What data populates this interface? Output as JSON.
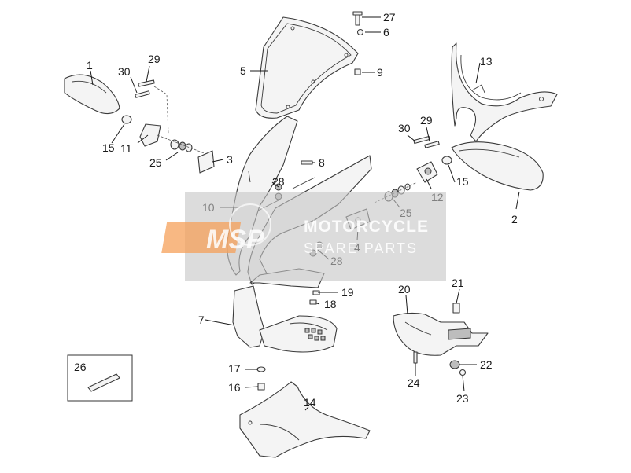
{
  "callouts": {
    "c1": "1",
    "c2": "2",
    "c3": "3",
    "c4": "4",
    "c5": "5",
    "c6": "6",
    "c7": "7",
    "c8": "8",
    "c9": "9",
    "c10": "10",
    "c11": "11",
    "c12": "12",
    "c13": "13",
    "c14": "14",
    "c15a": "15",
    "c15b": "15",
    "c16": "16",
    "c17": "17",
    "c18": "18",
    "c19": "19",
    "c20": "20",
    "c21": "21",
    "c22": "22",
    "c23": "23",
    "c24": "24",
    "c25a": "25",
    "c25b": "25",
    "c26": "26",
    "c27": "27",
    "c28a": "28",
    "c28b": "28",
    "c29a": "29",
    "c29b": "29",
    "c30a": "30",
    "c30b": "30"
  },
  "watermark": {
    "logo": "MSP",
    "title": "MOTORCYCLE",
    "subtitle": "SPARE PARTS"
  },
  "colors": {
    "line": "#3a3a3a",
    "watermark_box": "#c4c4c4",
    "watermark_logo": "#f5a05a"
  }
}
